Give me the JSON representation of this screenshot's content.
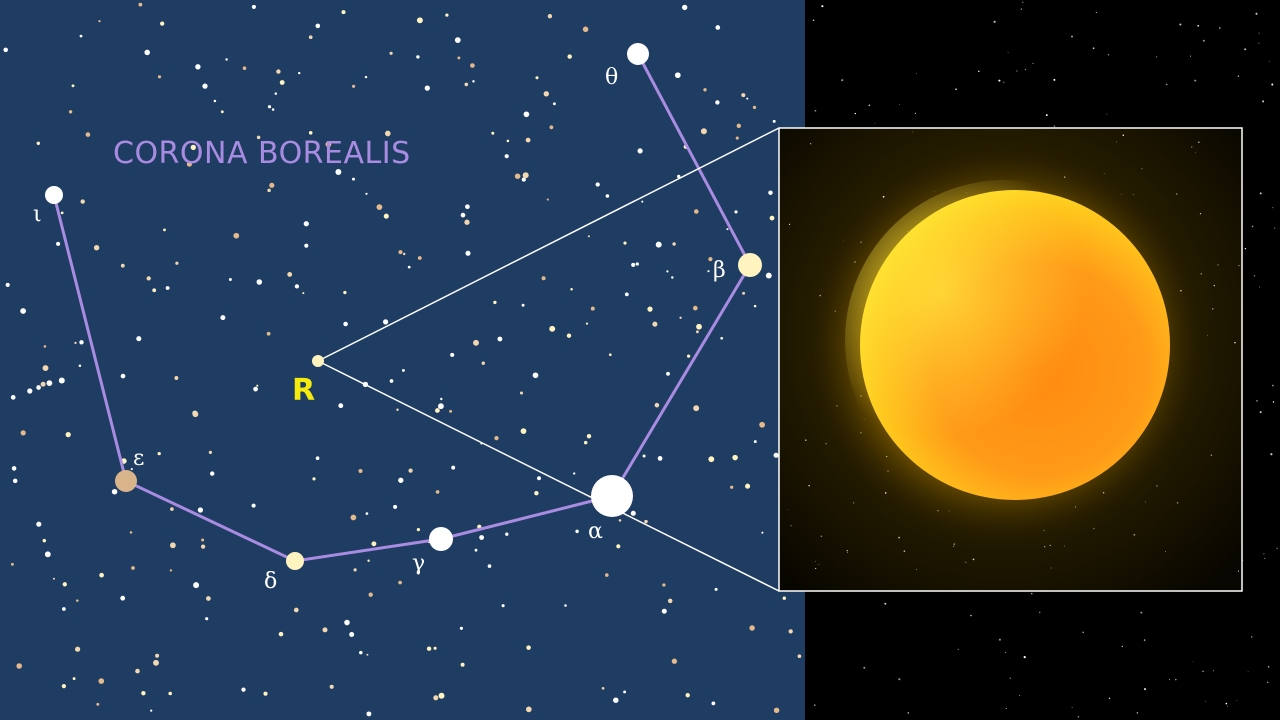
{
  "title": "CORONA BOREALIS",
  "target_star_label": "R",
  "constellation_stars": [
    {
      "id": "theta",
      "label": "θ"
    },
    {
      "id": "beta",
      "label": "β"
    },
    {
      "id": "alpha",
      "label": "α"
    },
    {
      "id": "gamma",
      "label": "γ"
    },
    {
      "id": "delta",
      "label": "δ"
    },
    {
      "id": "epsilon",
      "label": "ε"
    },
    {
      "id": "iota",
      "label": "ι"
    }
  ],
  "colors": {
    "sky_left": "#1f3d62",
    "sky_right": "#000000",
    "line": "#a98ce2",
    "title": "#a98ce2",
    "target_label": "#f5e90d",
    "connector": "#ffffff",
    "white_star": "#ffffff",
    "cream_star": "#fff3c0",
    "tan_star": "#d9b48a",
    "sun_core": "#ff8a10",
    "sun_glow": "#ffd21a"
  },
  "inset": {
    "subject": "artist-impression-of-star"
  }
}
